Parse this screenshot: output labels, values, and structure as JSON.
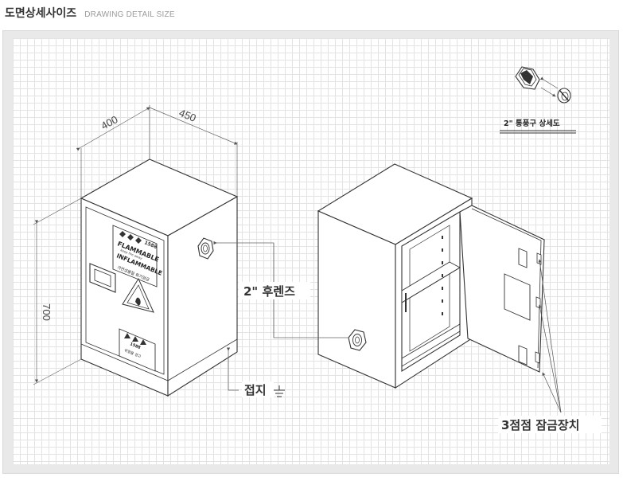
{
  "header": {
    "title": "도면상세사이즈",
    "subtitle": "DRAWING DETAIL SIZE"
  },
  "dimensions": {
    "depth": "400",
    "width": "450",
    "height": "700"
  },
  "front_labels": {
    "sign_number": "1588",
    "sign_flammable": "FLAMMABLE",
    "sign_line_small": "keep fire away",
    "sign_inflammable": "INFLAMMABLE",
    "sign_korean": "가연성물질 화기엄금",
    "notice_number": "1588",
    "notice_text": "위험물 경고"
  },
  "callouts": {
    "detail_title": "2\" 통풍구 상세도",
    "vent": "2\" 후렌즈",
    "ground": "접지",
    "lock": "3점점 잠금장치"
  },
  "colors": {
    "line": "#333333",
    "dimension_line": "#666666",
    "grid": "#e3e3e3",
    "frame": "#e9e9e9"
  }
}
